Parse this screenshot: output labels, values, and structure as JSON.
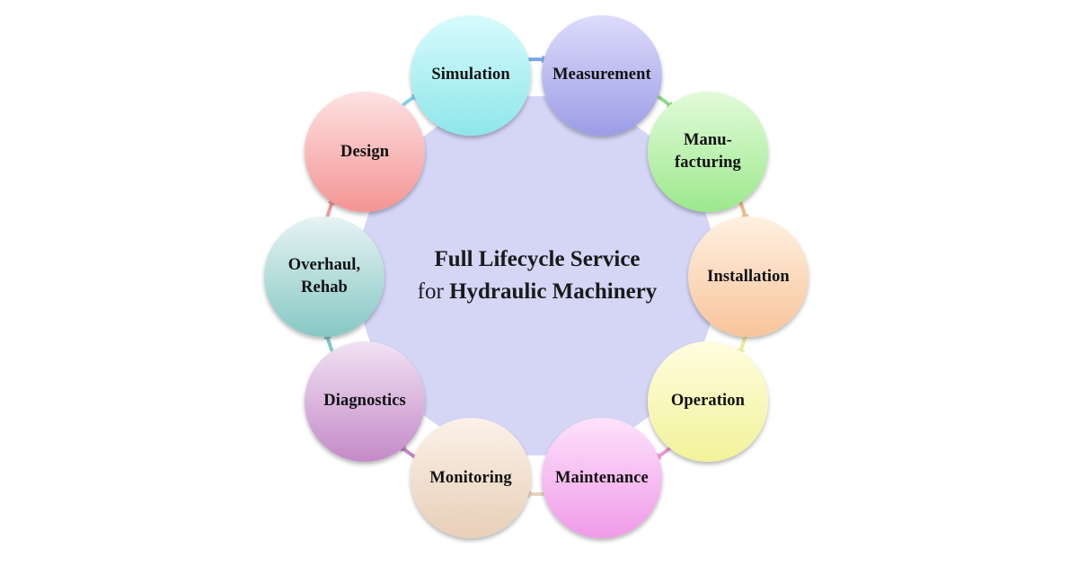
{
  "center": {
    "line1": "Full Lifecycle Service",
    "line2_prefix": "for",
    "line2_bold": "Hydraulic Machinery",
    "color": "#d5d6f6"
  },
  "stages": [
    {
      "label": "Simulation",
      "color_top": "#d8fbfd",
      "color_bottom": "#8ee6ea",
      "arrow_color": "#7aa7ea"
    },
    {
      "label": "Measurement",
      "color_top": "#dcdcfb",
      "color_bottom": "#9c9ce6",
      "arrow_color": "#8ed88e"
    },
    {
      "label": "Manu-\nfacturing",
      "color_top": "#e2fbda",
      "color_bottom": "#9ce88c",
      "arrow_color": "#f0b98a"
    },
    {
      "label": "Installation",
      "color_top": "#fff1e2",
      "color_bottom": "#f8c49a",
      "arrow_color": "#ecea9c"
    },
    {
      "label": "Operation",
      "color_top": "#fffddf",
      "color_bottom": "#f2f29a",
      "arrow_color": "#e69ad8"
    },
    {
      "label": "Maintenance",
      "color_top": "#fde2fb",
      "color_bottom": "#f09ae8",
      "arrow_color": "#e6d2c0"
    },
    {
      "label": "Monitoring",
      "color_top": "#fbf1e8",
      "color_bottom": "#e8cfb8",
      "arrow_color": "#c08ac4"
    },
    {
      "label": "Diagnostics",
      "color_top": "#f1e2f3",
      "color_bottom": "#c48ac8",
      "arrow_color": "#86c8c6"
    },
    {
      "label": "Overhaul,\nRehab",
      "color_top": "#e6f3f3",
      "color_bottom": "#86c8c4",
      "arrow_color": "#ee9a9a"
    },
    {
      "label": "Design",
      "color_top": "#fde2e2",
      "color_bottom": "#f49494",
      "arrow_color": "#86d0ea"
    }
  ]
}
